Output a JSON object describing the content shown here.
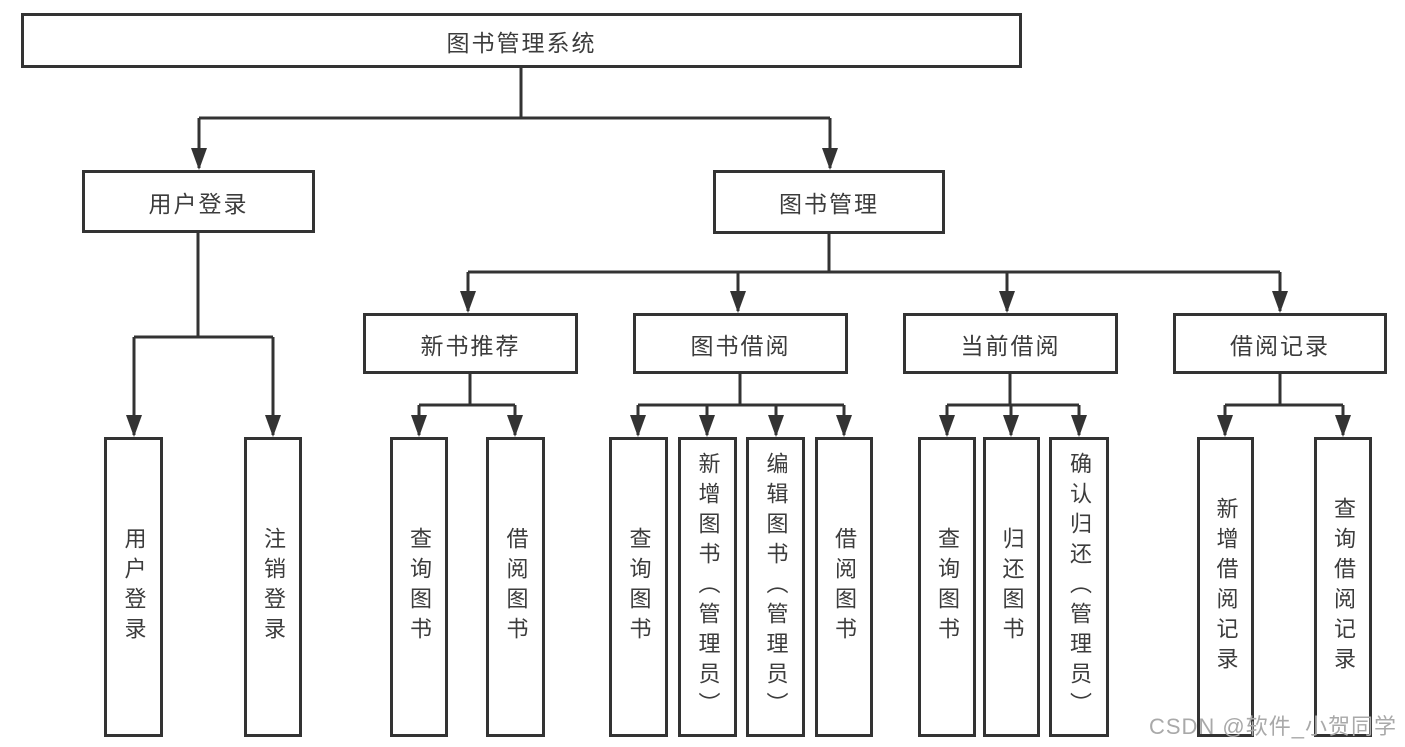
{
  "diagram": {
    "root": {
      "label": "图书管理系统"
    },
    "children": [
      {
        "id": "user-login",
        "label": "用户登录",
        "leaves": [
          "用户登录",
          "注销登录"
        ]
      },
      {
        "id": "book-management",
        "label": "图书管理",
        "children": [
          {
            "id": "new-book-recommend",
            "label": "新书推荐",
            "leaves": [
              "查询图书",
              "借阅图书"
            ]
          },
          {
            "id": "book-borrow",
            "label": "图书借阅",
            "leaves": [
              "查询图书",
              "新增图书（管理员）",
              "编辑图书（管理员）",
              "借阅图书"
            ]
          },
          {
            "id": "current-borrow",
            "label": "当前借阅",
            "leaves": [
              "查询图书",
              "归还图书",
              "确认归还（管理员）"
            ]
          },
          {
            "id": "borrow-record",
            "label": "借阅记录",
            "leaves": [
              "新增借阅记录",
              "查询借阅记录"
            ]
          }
        ]
      }
    ]
  },
  "watermark": "CSDN @软件_小贺同学",
  "colors": {
    "line": "#333333",
    "text": "#3c3c3c",
    "watermark": "#a9a9a9",
    "background": "#ffffff"
  }
}
